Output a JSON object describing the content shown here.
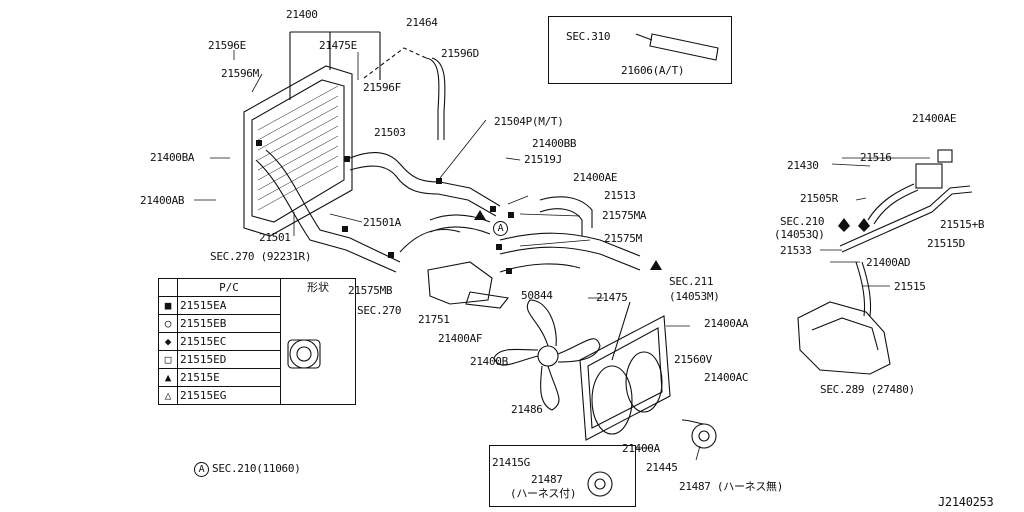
{
  "diagram_id": "J2140253",
  "part_labels": {
    "p21400": "21400",
    "p21596E": "21596E",
    "p21475E": "21475E",
    "p21464": "21464",
    "p21596D": "21596D",
    "p21596M": "21596M",
    "p21596F": "21596F",
    "p21503": "21503",
    "p21504P": "21504P(M/T)",
    "p21400BB": "21400BB",
    "p21519J": "21519J",
    "p21400BA": "21400BA",
    "p21400AE_mid": "21400AE",
    "p21513": "21513",
    "p21400AB": "21400AB",
    "p21575MA": "21575MA",
    "p21501A": "21501A",
    "p21501": "21501",
    "p21575M": "21575M",
    "sec270_92231": "SEC.270 (92231R)",
    "sec211": "SEC.211",
    "sec211_sub": "(14053M)",
    "p21575MB": "21575MB",
    "p50844": "50844",
    "sec270": "SEC.270",
    "p21751": "21751",
    "p21400AF": "21400AF",
    "p21400B": "21400B",
    "p21475": "21475",
    "p21400AA": "21400AA",
    "p21560V": "21560V",
    "p21400AC": "21400AC",
    "p21486": "21486",
    "p21400A": "21400A",
    "p21445": "21445",
    "p21415G": "21415G",
    "p21487a": "21487",
    "p21487a_sub": "(ハーネス付)",
    "p21487b": "21487 (ハーネス無)",
    "p21400AE_right": "21400AE",
    "p21430": "21430",
    "p21516": "21516",
    "p21505R": "21505R",
    "sec210": "SEC.210",
    "sec210_sub": "(14053Q)",
    "p21515B": "21515+B",
    "p21515D": "21515D",
    "p21533": "21533",
    "p21400AD": "21400AD",
    "p21515": "21515",
    "sec289": "SEC.289 (27480)",
    "sec310": "SEC.310",
    "p21606": "21606(A/T)",
    "ref_a_marker": "A",
    "ref_a_note": "SEC.210(11060)"
  },
  "parts_table": {
    "header_pc": "P/C",
    "header_shape": "形状",
    "rows": [
      {
        "symbol": "■",
        "code": "21515EA"
      },
      {
        "symbol": "○",
        "code": "21515EB"
      },
      {
        "symbol": "◆",
        "code": "21515EC"
      },
      {
        "symbol": "□",
        "code": "21515ED"
      },
      {
        "symbol": "▲",
        "code": "21515E"
      },
      {
        "symbol": "△",
        "code": "21515EG"
      }
    ]
  }
}
